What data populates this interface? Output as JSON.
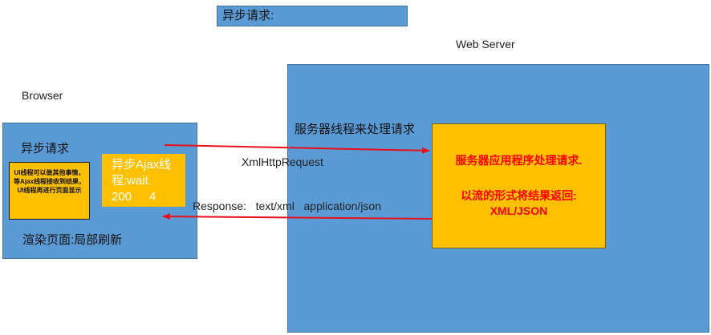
{
  "title": "异步请求:",
  "browser": {
    "label": "Browser",
    "async_request": "异步请求",
    "ui_thread_note": "UI线程可以做其他事情，等Ajax线程接收到结果，UI线程再进行页面显示",
    "ajax_thread": {
      "line1": "异步Ajax线",
      "line2": "程:wait",
      "status_code": "200",
      "ready_state": "4"
    },
    "render_label": "渲染页面:局部刷新"
  },
  "server": {
    "label": "Web Server",
    "thread_label": "服务器线程来处理请求",
    "app_box": {
      "line1": "服务器应用程序处理请求.",
      "line2": "以流的形式将结果返回:",
      "line3": "XML/JSON"
    }
  },
  "arrows": {
    "request_label": "XmlHttpRequest",
    "response_label": "Response:   text/xml   application/json"
  },
  "colors": {
    "box_blue": "#5b9bd5",
    "box_orange": "#ffc000",
    "arrow_red": "#e8101a",
    "emphasis_red": "#ff0000"
  }
}
